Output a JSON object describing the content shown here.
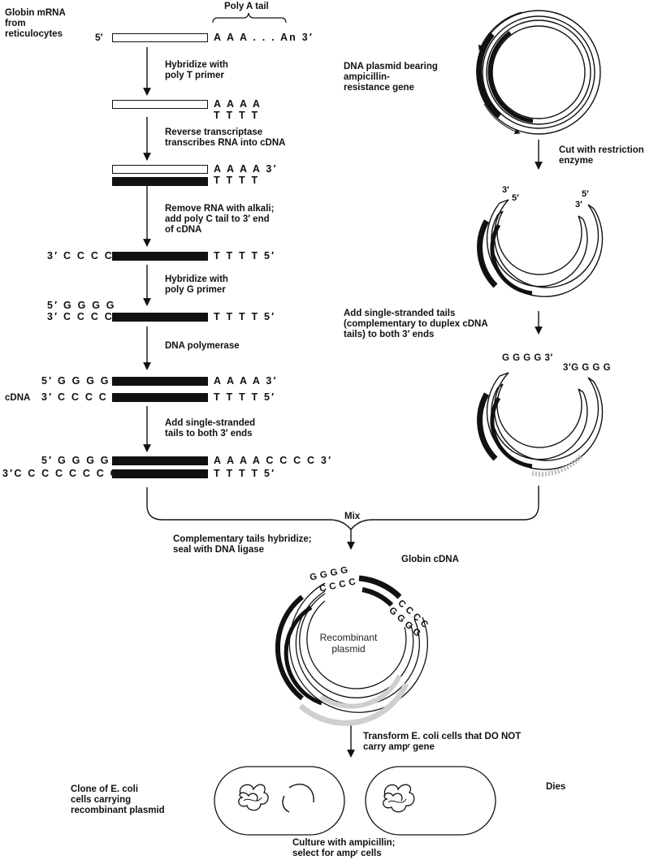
{
  "left_column": {
    "mrna_label": [
      "Globin mRNA",
      "from",
      "reticulocytes"
    ],
    "poly_a_tail_label": "Poly A tail",
    "mrna_5": "5′",
    "mrna_tail": "A A A . . . An 3′",
    "step1": [
      "Hybridize with",
      "poly T primer"
    ],
    "row2_top": "A A A A",
    "row2_bottom": "T T T T",
    "step2": [
      "Reverse transcriptase",
      "transcribes RNA into cDNA"
    ],
    "row3_top": "A A A A 3′",
    "row3_bottom": "T T T T",
    "step3": [
      "Remove RNA with alkali;",
      "add poly C tail to 3′ end",
      "of cDNA"
    ],
    "row4_left": "3′ C C C C",
    "row4_right": "T T T T 5′",
    "step4": [
      "Hybridize with",
      "poly G primer"
    ],
    "row5_left_top": "5′ G G G G",
    "row5_left_bottom": "3′ C C C C",
    "row5_right": "T T T T 5′",
    "step5": "DNA polymerase",
    "cdna_label": "cDNA",
    "row6_left_top": "5′ G G G G",
    "row6_left_bottom": "3′ C C C C",
    "row6_right_top": "A A A A 3′",
    "row6_right_bottom": "T T T T 5′",
    "step6": [
      "Add single-stranded",
      "tails to both 3′ ends"
    ],
    "row7_left_top": "5′ G G G G",
    "row7_left_bottom": "3′C C C C C C C C",
    "row7_right_top": "A A A A C C C C 3′",
    "row7_right_bottom": "T T T T 5′"
  },
  "right_column": {
    "plasmid_label": [
      "DNA plasmid bearing",
      "ampicillin-",
      "resistance gene"
    ],
    "cut_step": [
      "Cut with restriction",
      "enzyme"
    ],
    "cut_end_3": "3′",
    "cut_end_5": "5′",
    "cut_end_5b": "5′",
    "cut_end_3b": "3′",
    "tails_step": [
      "Add single-stranded tails",
      "(complementary to duplex cDNA",
      "tails) to both 3′ ends"
    ],
    "tail_left": "G G G G 3′",
    "tail_right": "3′G G G G"
  },
  "bottom": {
    "mix_label": "Mix",
    "hybridize_step": [
      "Complementary tails hybridize;",
      "seal with DNA ligase"
    ],
    "globin_cdna_label": "Globin cDNA",
    "recombinant_label": [
      "Recombinant",
      "plasmid"
    ],
    "tail_gggg": "G G G G",
    "tail_cccc": "C C C C",
    "tail_right_outer": "C C C C",
    "tail_right_inner": "G G G G",
    "transform_step": [
      "Transform E. coli cells that DO NOT",
      "carry ampʳ gene"
    ],
    "clone_label": [
      "Clone of E. coli",
      "cells carrying",
      "recombinant plasmid"
    ],
    "dies_label": "Dies",
    "culture_step": [
      "Culture with ampicillin;",
      "select for ampʳ cells"
    ]
  },
  "colors": {
    "ink": "#111111",
    "amp_gene": "#111111",
    "cdna_insert": "#cfcfcf",
    "background": "#ffffff"
  }
}
